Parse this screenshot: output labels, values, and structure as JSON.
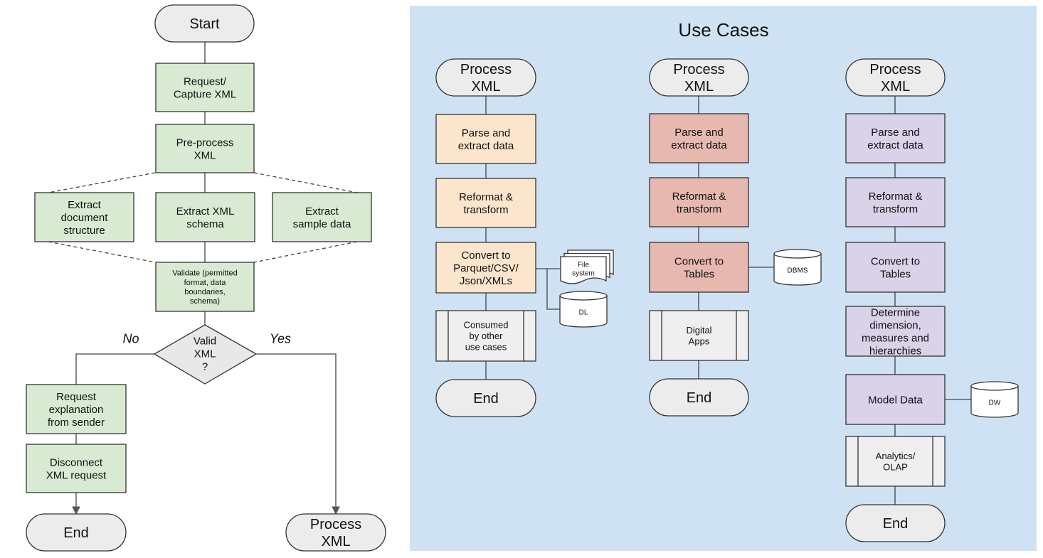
{
  "colors": {
    "terminal": "#ececec",
    "process_green": "#d9ead3",
    "decision": "#e8e8e8",
    "use_cases_bg": "#cfe2f3",
    "col1": "#fce5cd",
    "col2": "#e6b8af",
    "col3": "#d9d2e9",
    "subprocess": "#efefef",
    "store": "#ffffff"
  },
  "main_flow": {
    "start": "Start",
    "request_capture": "Request/\nCapture XML",
    "preprocess": "Pre-process\nXML",
    "extract_structure": "Extract\ndocument\nstructure",
    "extract_schema": "Extract  XML\nschema",
    "extract_sample": "Extract\nsample data",
    "validate": "Validate (permitted\nformat, data\nboundaries,\nschema)",
    "decision": "Valid\nXML\n?",
    "no_label": "No",
    "yes_label": "Yes",
    "request_explanation": "Request\nexplanation\nfrom sender",
    "disconnect": "Disconnect\nXML request",
    "end": "End",
    "process_xml": "Process\nXML"
  },
  "use_cases": {
    "title": "Use Cases",
    "col1": {
      "start": "Process\nXML",
      "parse": "Parse and\nextract data",
      "reformat": "Reformat &\ntransform",
      "convert": "Convert to\nParquet/CSV/\nJson/XMLs",
      "file_system": "File\nsystem",
      "dl": "DL",
      "consumed": "Consumed\nby other\nuse cases",
      "end": "End"
    },
    "col2": {
      "start": "Process\nXML",
      "parse": "Parse and\nextract data",
      "reformat": "Reformat &\ntransform",
      "convert": "Convert to\nTables",
      "dbms": "DBMS",
      "apps": "Digital\nApps",
      "end": "End"
    },
    "col3": {
      "start": "Process\nXML",
      "parse": "Parse and\nextract data",
      "reformat": "Reformat &\ntransform",
      "convert": "Convert to\nTables",
      "determine": "Determine\ndimension,\nmeasures and\nhierarchies",
      "model": "Model Data",
      "dw": "DW",
      "analytics": "Analytics/\nOLAP",
      "end": "End"
    }
  }
}
